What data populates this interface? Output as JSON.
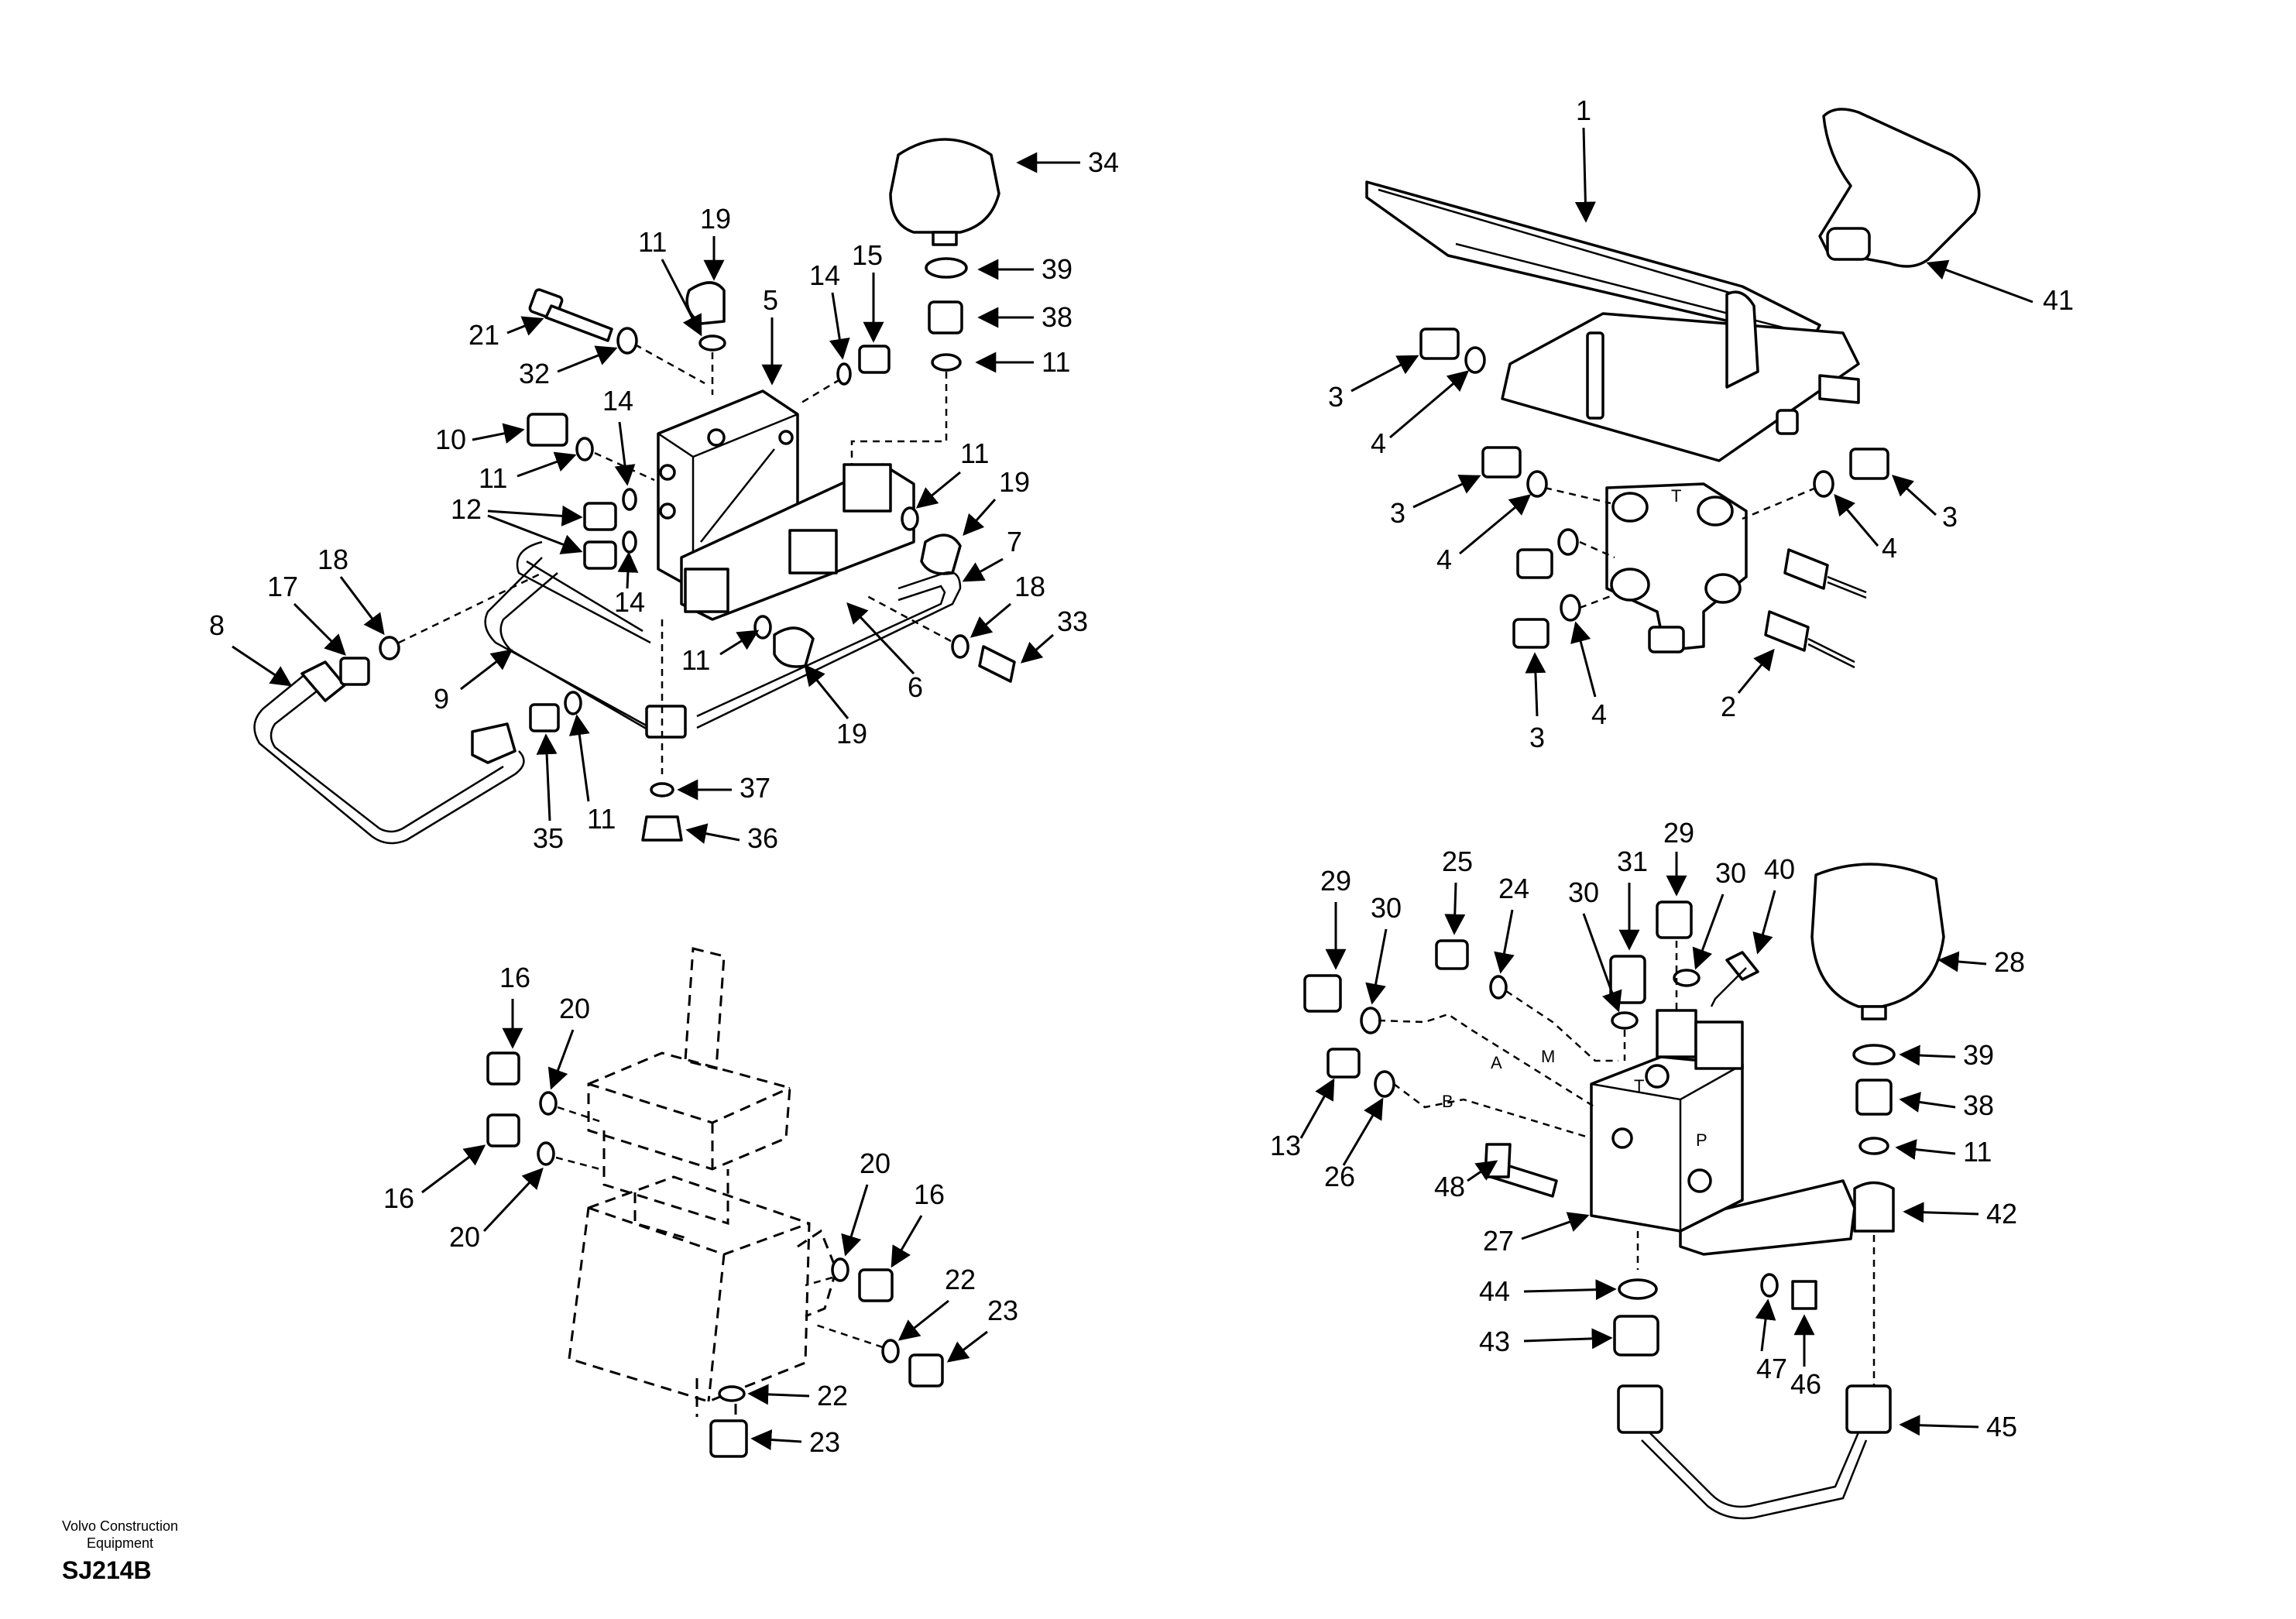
{
  "brand": {
    "line1": "Volvo Construction",
    "line2": "Equipment"
  },
  "drawing_code": "SJ214B",
  "ports": {
    "T": "T",
    "P": "P",
    "A": "A",
    "M": "M",
    "B": "B"
  },
  "callouts": {
    "c1": "1",
    "c2": "2",
    "c3a": "3",
    "c3b": "3",
    "c3c": "3",
    "c3d": "3",
    "c4a": "4",
    "c4b": "4",
    "c4c": "4",
    "c4d": "4",
    "c5": "5",
    "c6": "6",
    "c7": "7",
    "c8": "8",
    "c9": "9",
    "c10": "10",
    "c11a": "11",
    "c11b": "11",
    "c11c": "11",
    "c11d": "11",
    "c11e": "11",
    "c11f": "11",
    "c11g": "11",
    "c12": "12",
    "c13": "13",
    "c14a": "14",
    "c14b": "14",
    "c14c": "14",
    "c15": "15",
    "c16a": "16",
    "c16b": "16",
    "c16c": "16",
    "c17": "17",
    "c18a": "18",
    "c18b": "18",
    "c19a": "19",
    "c19b": "19",
    "c19c": "19",
    "c20a": "20",
    "c20b": "20",
    "c20c": "20",
    "c21": "21",
    "c22a": "22",
    "c22b": "22",
    "c23a": "23",
    "c23b": "23",
    "c24": "24",
    "c25": "25",
    "c26": "26",
    "c27": "27",
    "c28": "28",
    "c29a": "29",
    "c29b": "29",
    "c30a": "30",
    "c30b": "30",
    "c30c": "30",
    "c31": "31",
    "c32": "32",
    "c33": "33",
    "c34": "34",
    "c35": "35",
    "c36": "36",
    "c37": "37",
    "c38a": "38",
    "c38b": "38",
    "c39a": "39",
    "c39b": "39",
    "c40": "40",
    "c41": "41",
    "c42": "42",
    "c43": "43",
    "c44": "44",
    "c45": "45",
    "c46": "46",
    "c47": "47",
    "c48": "48"
  }
}
